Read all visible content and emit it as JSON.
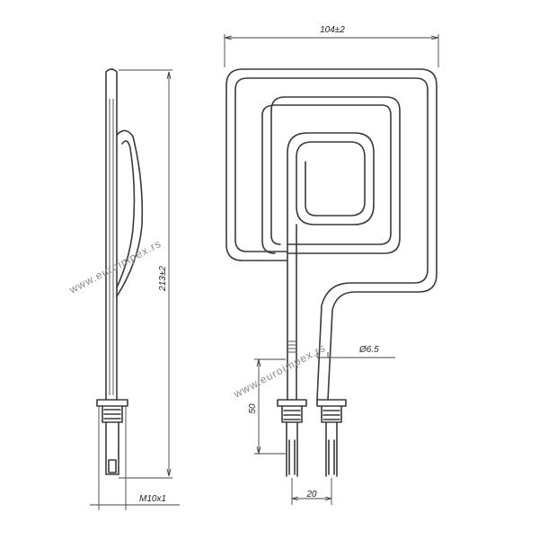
{
  "dimensions": {
    "width_label": "104±2",
    "height_label": "213±2",
    "tube_diameter_label": "Ø6.5",
    "lead_length_label": "50",
    "terminal_spacing_label": "20",
    "thread_label": "M10x1"
  },
  "watermarks": {
    "left": "www.euroimpex.rs",
    "right": "www.euroimpex.rs"
  },
  "colors": {
    "line": "#3a3a3a",
    "watermark": "#8a8a8a"
  }
}
